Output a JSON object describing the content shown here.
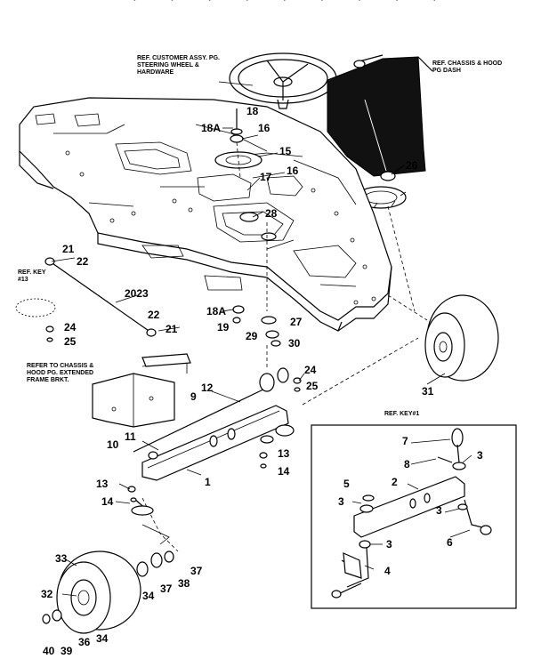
{
  "top_text": "· · · · · · · · ·",
  "refs": {
    "steering": "REF. CUSTOMER ASSY. PG. STEERING WHEEL & HARDWARE",
    "dash": "Ref. CHASSIS & HOOD PG DASH",
    "key13": "Ref. KEY #13",
    "frame": "REFER TO CHASSIS & HOOD PG. EXTENDED FRAME BRKT.",
    "inset": "REF. KEY#1"
  },
  "labels": {
    "l18": "18",
    "l18a": "18A",
    "l16a": "16",
    "l15": "15",
    "l16b": "16",
    "l17": "17",
    "l28": "28",
    "l26": "26",
    "l21a": "21",
    "l22a": "22",
    "l2023": "2023",
    "l22b": "22",
    "l21b": "21",
    "l24a": "24",
    "l25a": "25",
    "l18a2": "18A",
    "l27": "27",
    "l19": "19",
    "l29": "29",
    "l30": "30",
    "l24b": "24",
    "l25b": "25",
    "l12": "12",
    "l9": "9",
    "l11": "11",
    "l10": "10",
    "l13a": "13",
    "l14a": "14",
    "l1": "1",
    "l13b": "13",
    "l14b": "14",
    "l31": "31",
    "l7": "7",
    "l8": "8",
    "l3a": "3",
    "l5": "5",
    "l2": "2",
    "l3b": "3",
    "l3c": "3",
    "l6": "6",
    "l3d": "3",
    "l4": "4",
    "l33": "33",
    "l37a": "37",
    "l38": "38",
    "l37b": "37",
    "l34a": "34",
    "l32": "32",
    "l40": "40",
    "l39": "39",
    "l36": "36",
    "l34b": "34"
  }
}
